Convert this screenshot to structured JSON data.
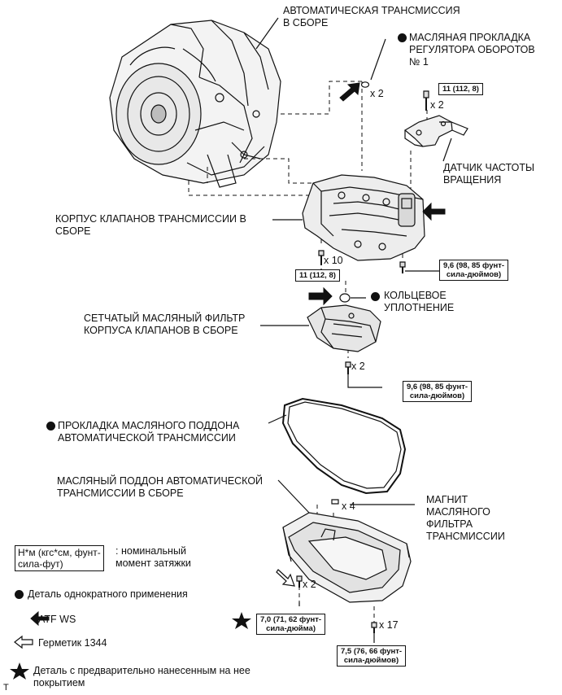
{
  "labels": {
    "at_assembly": [
      "АВТОМАТИЧЕСКАЯ ТРАНСМИССИЯ",
      "В СБОРЕ"
    ],
    "governor_gasket": [
      "МАСЛЯНАЯ ПРОКЛАДКА",
      "РЕГУЛЯТОРА ОБОРОТОВ",
      "№ 1"
    ],
    "speed_sensor": [
      "ДАТЧИК ЧАСТОТЫ",
      "ВРАЩЕНИЯ"
    ],
    "valve_body": [
      "КОРПУС КЛАПАНОВ ТРАНСМИССИИ В",
      "СБОРЕ"
    ],
    "o_ring": [
      "КОЛЬЦЕВОЕ",
      "УПЛОТНЕНИЕ"
    ],
    "strainer": [
      "СЕТЧАТЫЙ МАСЛЯНЫЙ ФИЛЬТР",
      "КОРПУСА КЛАПАНОВ В СБОРЕ"
    ],
    "pan_gasket": [
      "ПРОКЛАДКА МАСЛЯНОГО ПОДДОНА",
      "АВТОМАТИЧЕСКОЙ ТРАНСМИССИИ"
    ],
    "oil_pan": [
      "МАСЛЯНЫЙ ПОДДОН АВТОМАТИЧЕСКОЙ",
      "ТРАНСМИССИИ В СБОРЕ"
    ],
    "magnet": [
      "МАГНИТ",
      "МАСЛЯНОГО",
      "ФИЛЬТРА",
      "ТРАНСМИССИИ"
    ]
  },
  "quantities": {
    "gasket": "x 2",
    "sensor_bolts": "x 2",
    "valve_bolts": "x 10",
    "strainer_bolts": "x 2",
    "magnet": "x 4",
    "pan_sealant": "x 2",
    "pan_bolts": "x 17"
  },
  "torques": {
    "sensor": [
      "11 (112, 8)"
    ],
    "valve_body": [
      "11 (112, 8)"
    ],
    "valve_body_small": [
      "9,6 (98, 85 фунт-",
      "сила-дюймов)"
    ],
    "strainer": [
      "9,6 (98, 85 фунт-",
      "сила-дюймов)"
    ],
    "pan_precoated": [
      "7,0 (71, 62 фунт-",
      "сила-дюйма)"
    ],
    "pan": [
      "7,5 (76, 66 фунт-",
      "сила-дюймов)"
    ]
  },
  "legend": {
    "unit_box": [
      "Н*м (кгс*см, фунт-",
      "сила-фут)"
    ],
    "unit_desc": [
      "номинальный",
      "момент затяжки"
    ],
    "unit_colon": ":",
    "nonreusable": "Деталь однократного применения",
    "atf": "ATF WS",
    "sealant": "Герметик 1344",
    "precoated": [
      "Деталь с предварительно нанесенным на нее",
      "покрытием"
    ]
  },
  "corner_mark": "T",
  "colors": {
    "ink": "#111111",
    "paper": "#ffffff"
  }
}
